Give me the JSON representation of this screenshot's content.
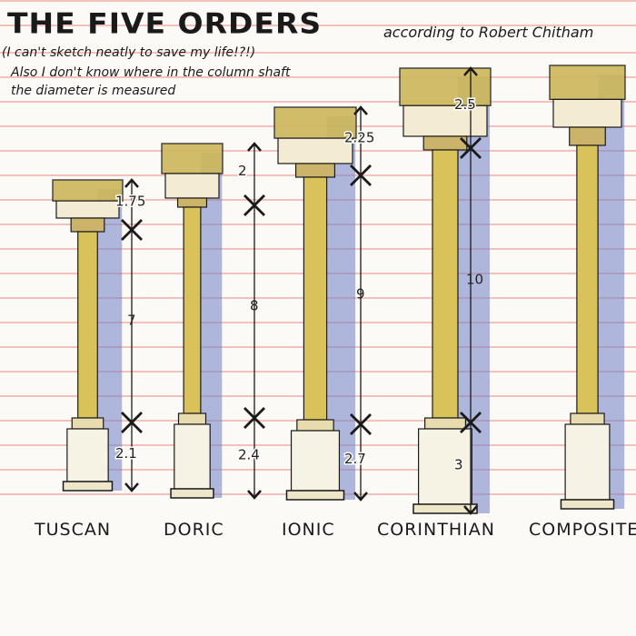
{
  "title": "THE FIVE ORDERS",
  "subtitle_lines": [
    "(I can't sketch neatly to save my life!?!)",
    "Also I don't know where in the column shaft",
    "the diameter is measured"
  ],
  "attribution": "according to Robert Chitham",
  "colors": {
    "shaft": "#d9c25a",
    "shadow": "#6f7fc4",
    "ruling": "#f1b6b0",
    "ink": "#1a1a1a"
  },
  "orders": [
    {
      "name": "TUSCAN",
      "entablature": "1.75",
      "column": "7",
      "pedestal": "2.1"
    },
    {
      "name": "DORIC",
      "entablature": "2",
      "column": "8",
      "pedestal": "2.4"
    },
    {
      "name": "IONIC",
      "entablature": "2.25",
      "column": "9",
      "pedestal": "2.7"
    },
    {
      "name": "CORINTHIAN",
      "entablature": "2.5",
      "column": "10",
      "pedestal": "3"
    },
    {
      "name": "COMPOSITE"
    }
  ]
}
